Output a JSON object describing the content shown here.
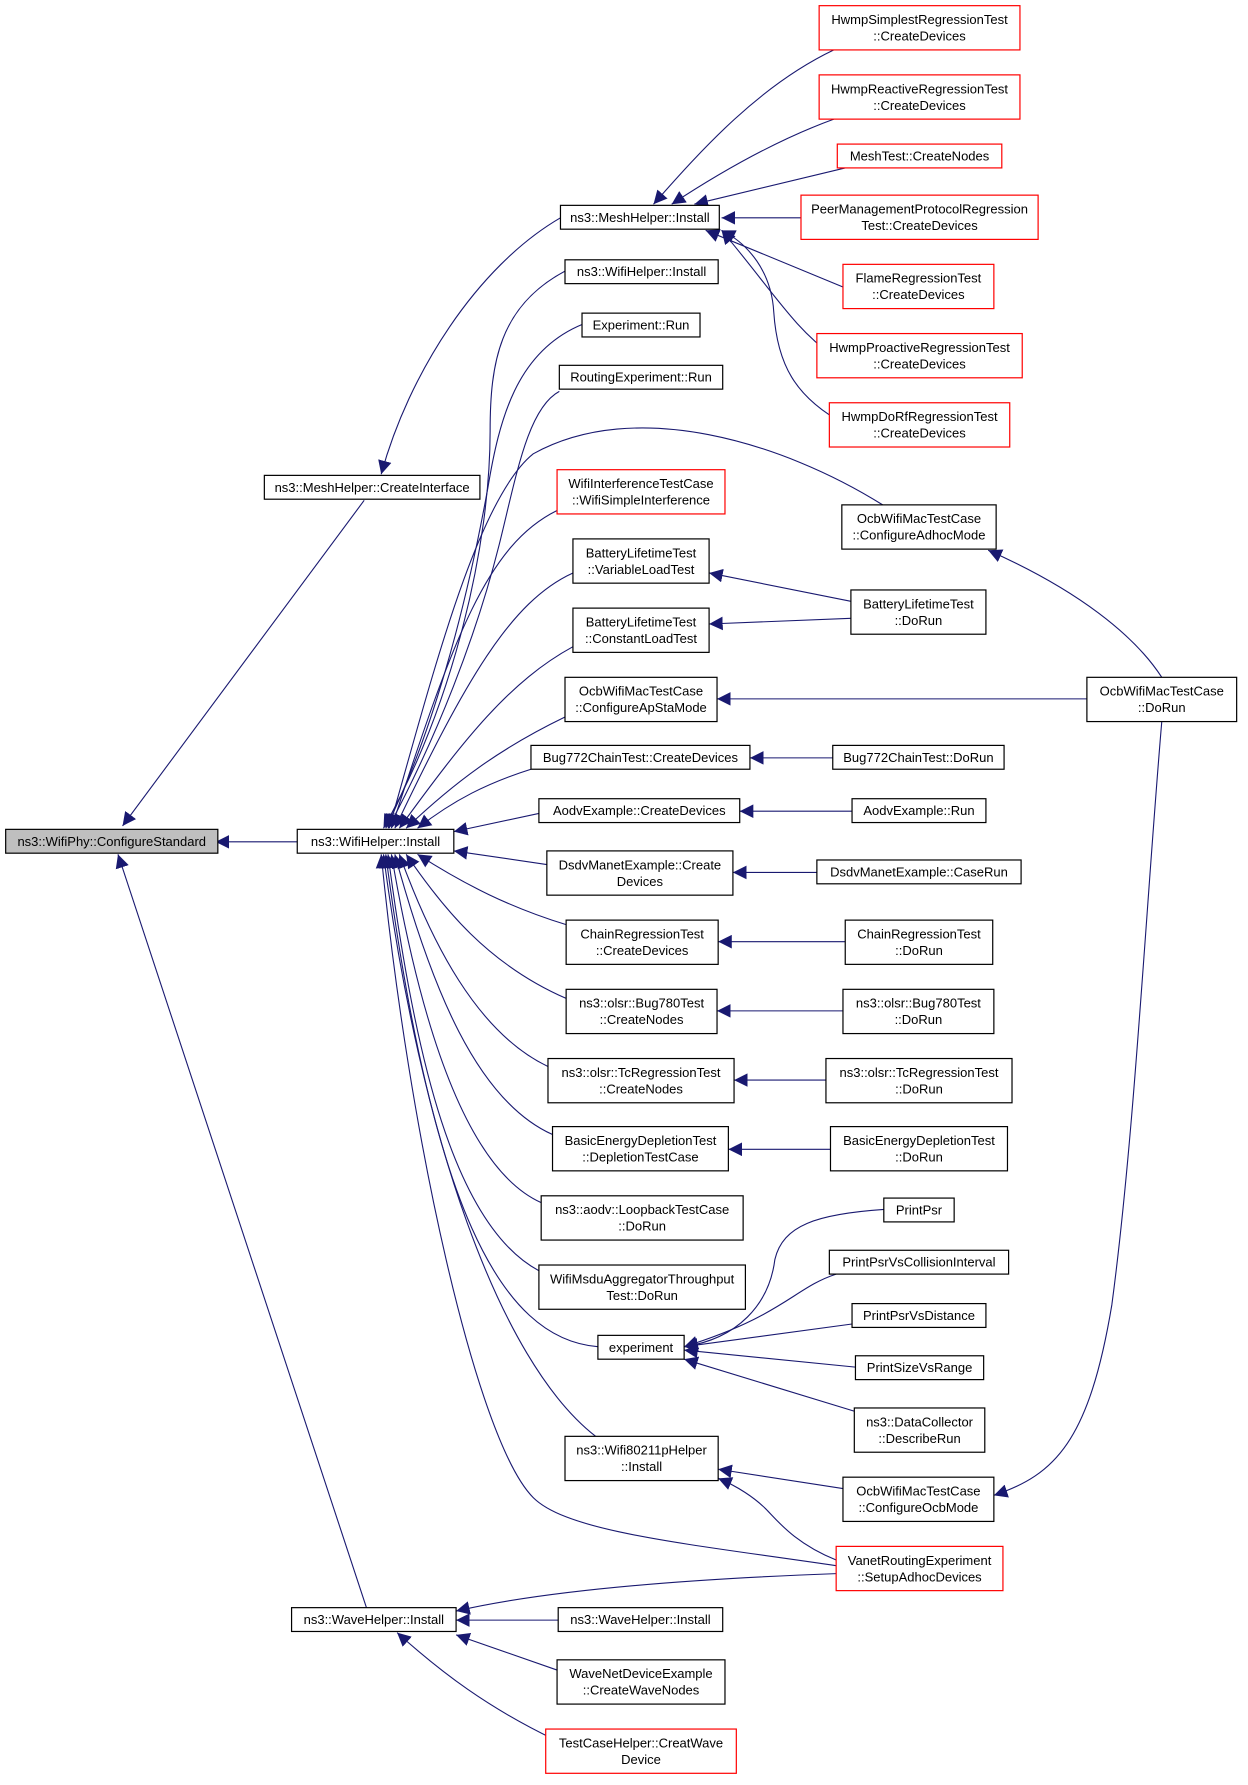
{
  "diagram": {
    "root": "root",
    "colors": {
      "edge": "#191970",
      "root_fill": "#bfbfbf",
      "undocumented_border": "#ff0000",
      "normal_border": "#000000"
    },
    "nodes": {
      "root": {
        "lines": [
          "ns3::WifiPhy::ConfigureStandard"
        ],
        "style": "root"
      },
      "mesh_create_iface": {
        "lines": [
          "ns3::MeshHelper::CreateInterface"
        ],
        "style": "normal"
      },
      "wifi_install": {
        "lines": [
          "ns3::WifiHelper::Install"
        ],
        "style": "normal"
      },
      "wave_install": {
        "lines": [
          "ns3::WaveHelper::Install"
        ],
        "style": "normal"
      },
      "mesh_install": {
        "lines": [
          "ns3::MeshHelper::Install"
        ],
        "style": "normal"
      },
      "hwmp_simplest": {
        "lines": [
          "HwmpSimplestRegressionTest",
          "::CreateDevices"
        ],
        "style": "red"
      },
      "hwmp_reactive": {
        "lines": [
          "HwmpReactiveRegressionTest",
          "::CreateDevices"
        ],
        "style": "red"
      },
      "meshtest_nodes": {
        "lines": [
          "MeshTest::CreateNodes"
        ],
        "style": "red"
      },
      "peer_mgmt": {
        "lines": [
          "PeerManagementProtocolRegression",
          "Test::CreateDevices"
        ],
        "style": "red"
      },
      "flame": {
        "lines": [
          "FlameRegressionTest",
          "::CreateDevices"
        ],
        "style": "red"
      },
      "hwmp_proactive": {
        "lines": [
          "HwmpProactiveRegressionTest",
          "::CreateDevices"
        ],
        "style": "red"
      },
      "hwmp_dorf": {
        "lines": [
          "HwmpDoRfRegressionTest",
          "::CreateDevices"
        ],
        "style": "red"
      },
      "wifi_helper_install2": {
        "lines": [
          "ns3::WifiHelper::Install"
        ],
        "style": "normal"
      },
      "experiment_run": {
        "lines": [
          "Experiment::Run"
        ],
        "style": "normal"
      },
      "routing_exp_run": {
        "lines": [
          "RoutingExperiment::Run"
        ],
        "style": "normal"
      },
      "ocb_adhoc": {
        "lines": [
          "OcbWifiMacTestCase",
          "::ConfigureAdhocMode"
        ],
        "style": "normal"
      },
      "wifi_interf": {
        "lines": [
          "WifiInterferenceTestCase",
          "::WifiSimpleInterference"
        ],
        "style": "red"
      },
      "battery_var": {
        "lines": [
          "BatteryLifetimeTest",
          "::VariableLoadTest"
        ],
        "style": "normal"
      },
      "battery_dorun": {
        "lines": [
          "BatteryLifetimeTest",
          "::DoRun"
        ],
        "style": "normal"
      },
      "battery_const": {
        "lines": [
          "BatteryLifetimeTest",
          "::ConstantLoadTest"
        ],
        "style": "normal"
      },
      "ocb_apsta": {
        "lines": [
          "OcbWifiMacTestCase",
          "::ConfigureApStaMode"
        ],
        "style": "normal"
      },
      "ocb_dorun": {
        "lines": [
          "OcbWifiMacTestCase",
          "::DoRun"
        ],
        "style": "normal"
      },
      "bug772_create": {
        "lines": [
          "Bug772ChainTest::CreateDevices"
        ],
        "style": "normal"
      },
      "bug772_dorun": {
        "lines": [
          "Bug772ChainTest::DoRun"
        ],
        "style": "normal"
      },
      "aodv_create": {
        "lines": [
          "AodvExample::CreateDevices"
        ],
        "style": "normal"
      },
      "aodv_run": {
        "lines": [
          "AodvExample::Run"
        ],
        "style": "normal"
      },
      "dsdv_create": {
        "lines": [
          "DsdvManetExample::Create",
          "Devices"
        ],
        "style": "normal"
      },
      "dsdv_caserun": {
        "lines": [
          "DsdvManetExample::CaseRun"
        ],
        "style": "normal"
      },
      "chain_create": {
        "lines": [
          "ChainRegressionTest",
          "::CreateDevices"
        ],
        "style": "normal"
      },
      "chain_dorun": {
        "lines": [
          "ChainRegressionTest",
          "::DoRun"
        ],
        "style": "normal"
      },
      "olsr_bug780_create": {
        "lines": [
          "ns3::olsr::Bug780Test",
          "::CreateNodes"
        ],
        "style": "normal"
      },
      "olsr_bug780_dorun": {
        "lines": [
          "ns3::olsr::Bug780Test",
          "::DoRun"
        ],
        "style": "normal"
      },
      "olsr_tc_create": {
        "lines": [
          "ns3::olsr::TcRegressionTest",
          "::CreateNodes"
        ],
        "style": "normal"
      },
      "olsr_tc_dorun": {
        "lines": [
          "ns3::olsr::TcRegressionTest",
          "::DoRun"
        ],
        "style": "normal"
      },
      "basic_energy_case": {
        "lines": [
          "BasicEnergyDepletionTest",
          "::DepletionTestCase"
        ],
        "style": "normal"
      },
      "basic_energy_dorun": {
        "lines": [
          "BasicEnergyDepletionTest",
          "::DoRun"
        ],
        "style": "normal"
      },
      "aodv_loopback": {
        "lines": [
          "ns3::aodv::LoopbackTestCase",
          "::DoRun"
        ],
        "style": "normal"
      },
      "msdu_agg": {
        "lines": [
          "WifiMsduAggregatorThroughput",
          "Test::DoRun"
        ],
        "style": "normal"
      },
      "experiment": {
        "lines": [
          "experiment"
        ],
        "style": "normal"
      },
      "print_psr": {
        "lines": [
          "PrintPsr"
        ],
        "style": "normal"
      },
      "print_psr_coll": {
        "lines": [
          "PrintPsrVsCollisionInterval"
        ],
        "style": "normal"
      },
      "print_psr_dist": {
        "lines": [
          "PrintPsrVsDistance"
        ],
        "style": "normal"
      },
      "print_size_range": {
        "lines": [
          "PrintSizeVsRange"
        ],
        "style": "normal"
      },
      "data_collector": {
        "lines": [
          "ns3::DataCollector",
          "::DescribeRun"
        ],
        "style": "normal"
      },
      "wifi80211p_install": {
        "lines": [
          "ns3::Wifi80211pHelper",
          "::Install"
        ],
        "style": "normal"
      },
      "ocb_ocbmode": {
        "lines": [
          "OcbWifiMacTestCase",
          "::ConfigureOcbMode"
        ],
        "style": "normal"
      },
      "vanet_setup": {
        "lines": [
          "VanetRoutingExperiment",
          "::SetupAdhocDevices"
        ],
        "style": "red"
      },
      "wave_install2": {
        "lines": [
          "ns3::WaveHelper::Install"
        ],
        "style": "normal"
      },
      "wavenet_example": {
        "lines": [
          "WaveNetDeviceExample",
          "::CreateWaveNodes"
        ],
        "style": "normal"
      },
      "testcase_creatwave": {
        "lines": [
          "TestCaseHelper::CreatWave",
          "Device"
        ],
        "style": "red"
      }
    },
    "edges": [
      [
        "mesh_create_iface",
        "root"
      ],
      [
        "wifi_install",
        "root"
      ],
      [
        "wave_install",
        "root"
      ],
      [
        "mesh_install",
        "mesh_create_iface"
      ],
      [
        "hwmp_simplest",
        "mesh_install"
      ],
      [
        "hwmp_reactive",
        "mesh_install"
      ],
      [
        "meshtest_nodes",
        "mesh_install"
      ],
      [
        "peer_mgmt",
        "mesh_install"
      ],
      [
        "flame",
        "mesh_install"
      ],
      [
        "hwmp_proactive",
        "mesh_install"
      ],
      [
        "hwmp_dorf",
        "mesh_install"
      ],
      [
        "wifi_helper_install2",
        "wifi_install"
      ],
      [
        "experiment_run",
        "wifi_install"
      ],
      [
        "routing_exp_run",
        "wifi_install"
      ],
      [
        "ocb_adhoc",
        "wifi_install"
      ],
      [
        "wifi_interf",
        "wifi_install"
      ],
      [
        "battery_var",
        "wifi_install"
      ],
      [
        "battery_const",
        "wifi_install"
      ],
      [
        "ocb_apsta",
        "wifi_install"
      ],
      [
        "bug772_create",
        "wifi_install"
      ],
      [
        "aodv_create",
        "wifi_install"
      ],
      [
        "dsdv_create",
        "wifi_install"
      ],
      [
        "chain_create",
        "wifi_install"
      ],
      [
        "olsr_bug780_create",
        "wifi_install"
      ],
      [
        "olsr_tc_create",
        "wifi_install"
      ],
      [
        "basic_energy_case",
        "wifi_install"
      ],
      [
        "aodv_loopback",
        "wifi_install"
      ],
      [
        "msdu_agg",
        "wifi_install"
      ],
      [
        "experiment",
        "wifi_install"
      ],
      [
        "wifi80211p_install",
        "wifi_install"
      ],
      [
        "vanet_setup",
        "wifi_install"
      ],
      [
        "battery_dorun",
        "battery_var"
      ],
      [
        "battery_dorun",
        "battery_const"
      ],
      [
        "ocb_dorun",
        "ocb_adhoc"
      ],
      [
        "ocb_dorun",
        "ocb_apsta"
      ],
      [
        "bug772_dorun",
        "bug772_create"
      ],
      [
        "aodv_run",
        "aodv_create"
      ],
      [
        "dsdv_caserun",
        "dsdv_create"
      ],
      [
        "chain_dorun",
        "chain_create"
      ],
      [
        "olsr_bug780_dorun",
        "olsr_bug780_create"
      ],
      [
        "olsr_tc_dorun",
        "olsr_tc_create"
      ],
      [
        "basic_energy_dorun",
        "basic_energy_case"
      ],
      [
        "print_psr",
        "experiment"
      ],
      [
        "print_psr_coll",
        "experiment"
      ],
      [
        "print_psr_dist",
        "experiment"
      ],
      [
        "print_size_range",
        "experiment"
      ],
      [
        "data_collector",
        "experiment"
      ],
      [
        "ocb_ocbmode",
        "wifi80211p_install"
      ],
      [
        "vanet_setup",
        "wifi80211p_install"
      ],
      [
        "ocb_dorun",
        "ocb_ocbmode"
      ],
      [
        "vanet_setup",
        "wave_install"
      ],
      [
        "wave_install2",
        "wave_install"
      ],
      [
        "wavenet_example",
        "wave_install"
      ],
      [
        "testcase_creatwave",
        "wave_install"
      ]
    ]
  }
}
